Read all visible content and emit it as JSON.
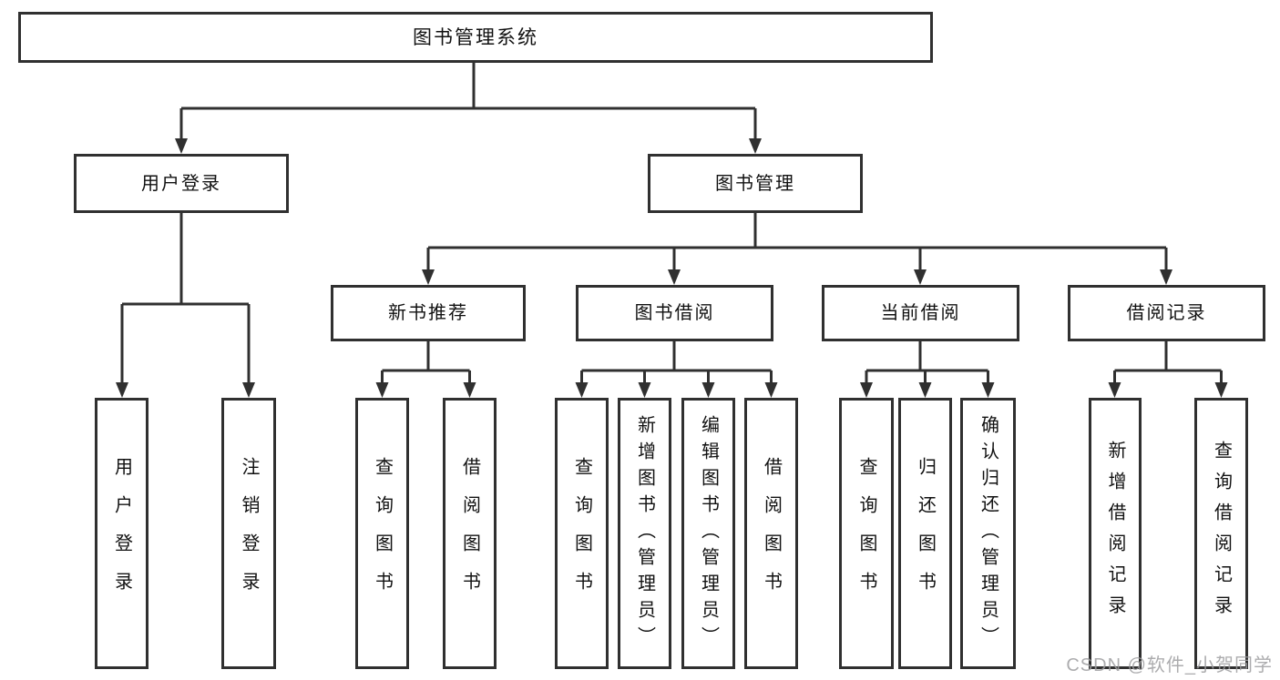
{
  "diagram": {
    "root": {
      "label": "图书管理系统"
    },
    "level2": [
      {
        "label": "用户登录"
      },
      {
        "label": "图书管理"
      }
    ],
    "level3": [
      {
        "label": "新书推荐"
      },
      {
        "label": "图书借阅"
      },
      {
        "label": "当前借阅"
      },
      {
        "label": "借阅记录"
      }
    ],
    "leaves": {
      "user": [
        {
          "label": "用户登录"
        },
        {
          "label": "注销登录"
        }
      ],
      "recommend": [
        {
          "label": "查询图书"
        },
        {
          "label": "借阅图书"
        }
      ],
      "borrow": [
        {
          "label": "查询图书"
        },
        {
          "label": "新增图书（管理员）"
        },
        {
          "label": "编辑图书（管理员）"
        },
        {
          "label": "借阅图书"
        }
      ],
      "current": [
        {
          "label": "查询图书"
        },
        {
          "label": "归还图书"
        },
        {
          "label": "确认归还（管理员）"
        }
      ],
      "records": [
        {
          "label": "新增借阅记录"
        },
        {
          "label": "查询借阅记录"
        }
      ]
    },
    "watermark": "CSDN @软件_小贺同学",
    "colors": {
      "line": "#303030",
      "text": "#111111",
      "background": "#ffffff",
      "watermark": "#9e9ea0"
    }
  }
}
